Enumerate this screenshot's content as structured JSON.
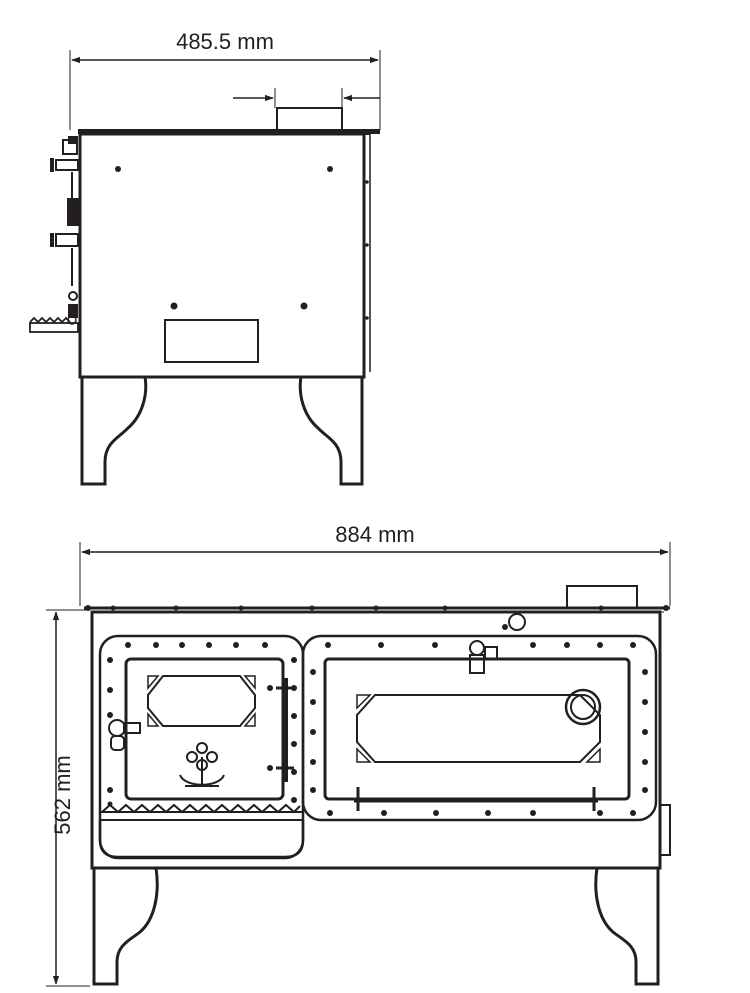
{
  "dimensions": {
    "side_depth": "485.5 mm",
    "front_width": "884 mm",
    "front_height": "562 mm"
  },
  "colors": {
    "line": "#231f20",
    "background": "#ffffff"
  },
  "icons": {
    "oven_door_emblem": "anchor-flower-emblem-icon"
  }
}
